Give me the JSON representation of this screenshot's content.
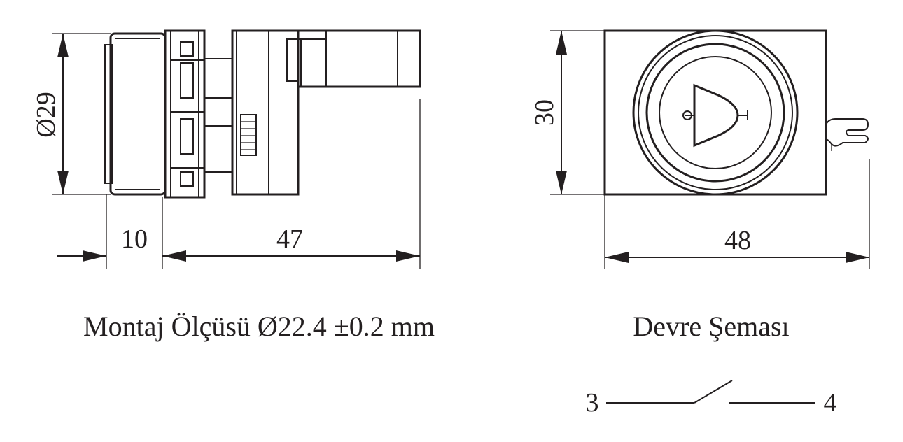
{
  "side_view": {
    "diameter_label": "Ø29",
    "depth_front_label": "10",
    "depth_body_label": "47",
    "caption": "Montaj Ölçüsü Ø22.4 ±0.2 mm"
  },
  "front_view": {
    "height_label": "30",
    "width_label": "48",
    "symbol_icon": "bell-icon"
  },
  "circuit": {
    "caption": "Devre Şeması",
    "terminal_left": "3",
    "terminal_right": "4",
    "contact_type": "normally-open switch"
  },
  "colors": {
    "line": "#231f20",
    "background": "#ffffff"
  }
}
